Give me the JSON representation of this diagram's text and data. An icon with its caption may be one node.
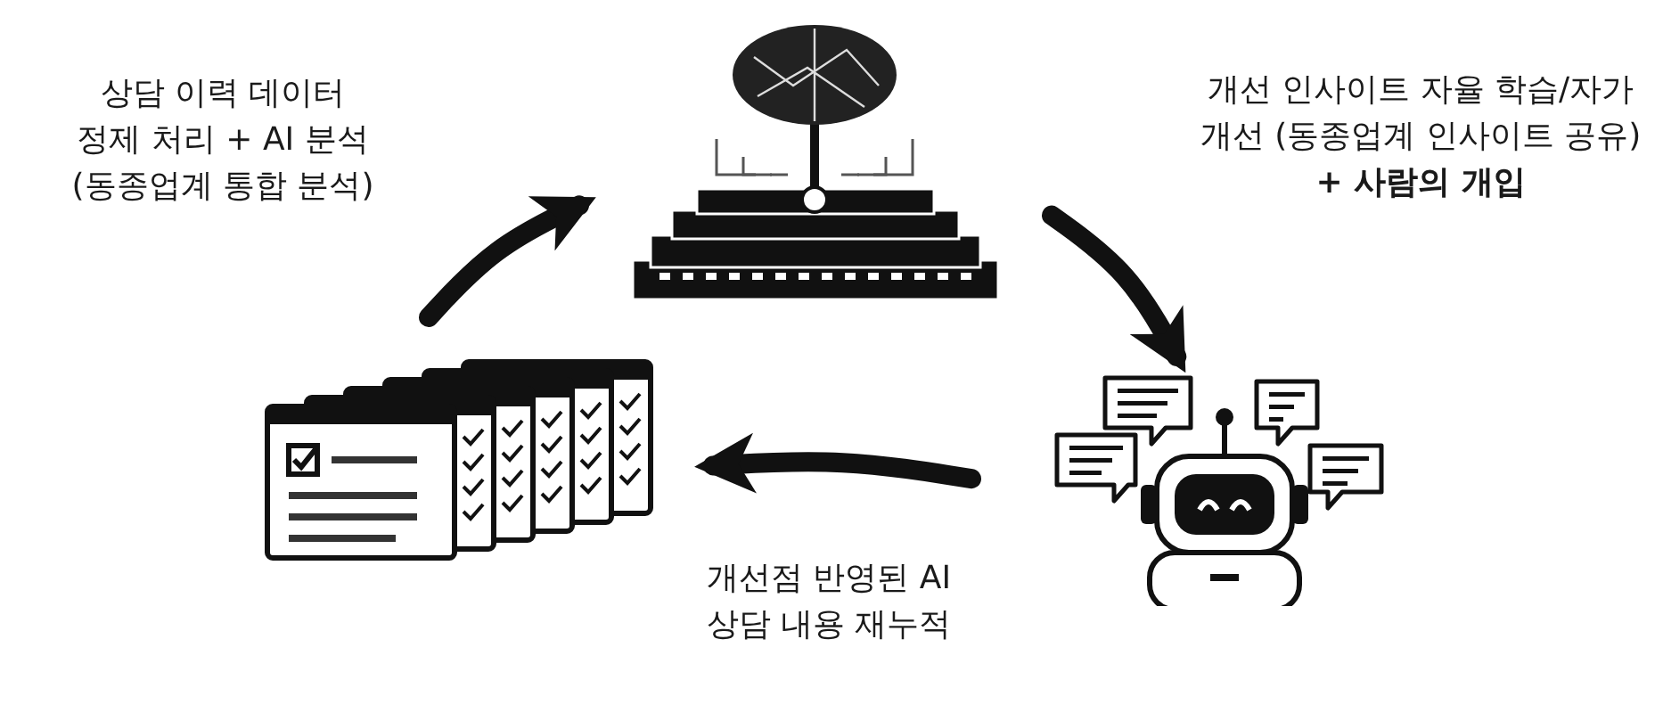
{
  "diagram": {
    "nodes": [
      {
        "text": [],
        "shape": "picture"
      },
      {
        "text": [],
        "shape": "picture"
      },
      {
        "text": [],
        "shape": "picture"
      }
    ],
    "edges": [
      {
        "from": 0,
        "to": 1,
        "arrow": "to",
        "label": "상담 이력 데이터 정제 처리 + AI 분석 (동종업계 통합 분석)"
      },
      {
        "from": 1,
        "to": 2,
        "arrow": "to",
        "label": "개선 인사이트 자율 학습/자가 개선 (동종업계 인사이트 공유) **+ 사람의 개입**"
      },
      {
        "from": 2,
        "to": 0,
        "arrow": "to",
        "label": "개선점 반영된 AI 상담 내용 재누적"
      }
    ]
  }
}
